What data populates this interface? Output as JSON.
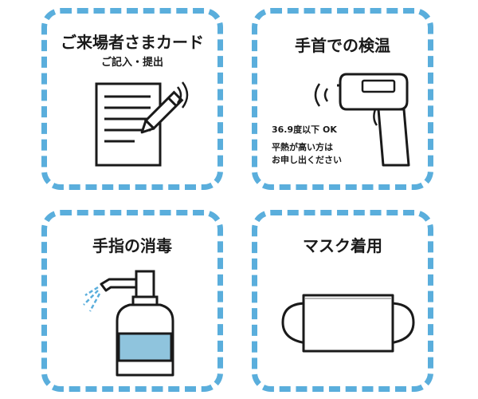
{
  "cards": {
    "visitor_card": {
      "title": "ご来場者さまカード",
      "subtitle": "ご記入・提出",
      "icon": "document-pen-icon"
    },
    "temperature": {
      "title": "手首での検温",
      "threshold": "36.9度以下 OK",
      "note_line1": "平熱が高い方は",
      "note_line2": "お申し出ください",
      "icon": "thermometer-gun-icon"
    },
    "hand_sanitize": {
      "title": "手指の消毒",
      "icon": "sanitizer-spray-bottle-icon"
    },
    "mask": {
      "title": "マスク着用",
      "icon": "face-mask-icon"
    }
  },
  "colors": {
    "border": "#5aaedc",
    "liquid": "#8fc4dd",
    "ink": "#1a1a1a"
  }
}
